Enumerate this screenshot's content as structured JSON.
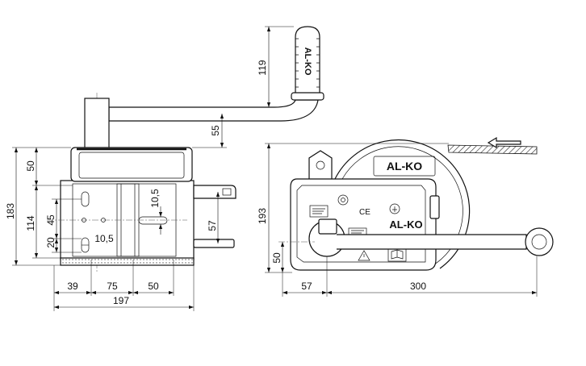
{
  "front_view": {
    "handle_logo": "AL-KO",
    "dimensions": {
      "handle_height": "119",
      "arm_height": "55",
      "cover_height": "50",
      "total_height": "183",
      "plate_height": "114",
      "hole_spacing_upper": "45",
      "hole_spacing_lower": "20",
      "slot_width": "10,5",
      "slot_height": "10,5",
      "tab_spacing": "57",
      "width_left": "39",
      "width_middle": "75",
      "width_right": "50",
      "total_width": "197"
    }
  },
  "side_view": {
    "drum_logo": "AL-KO",
    "housing_logo": "AL-KO",
    "ce_mark": "CE",
    "dimensions": {
      "total_height": "193",
      "handle_axis_height": "50",
      "hub_offset": "57",
      "crank_length": "300"
    }
  }
}
